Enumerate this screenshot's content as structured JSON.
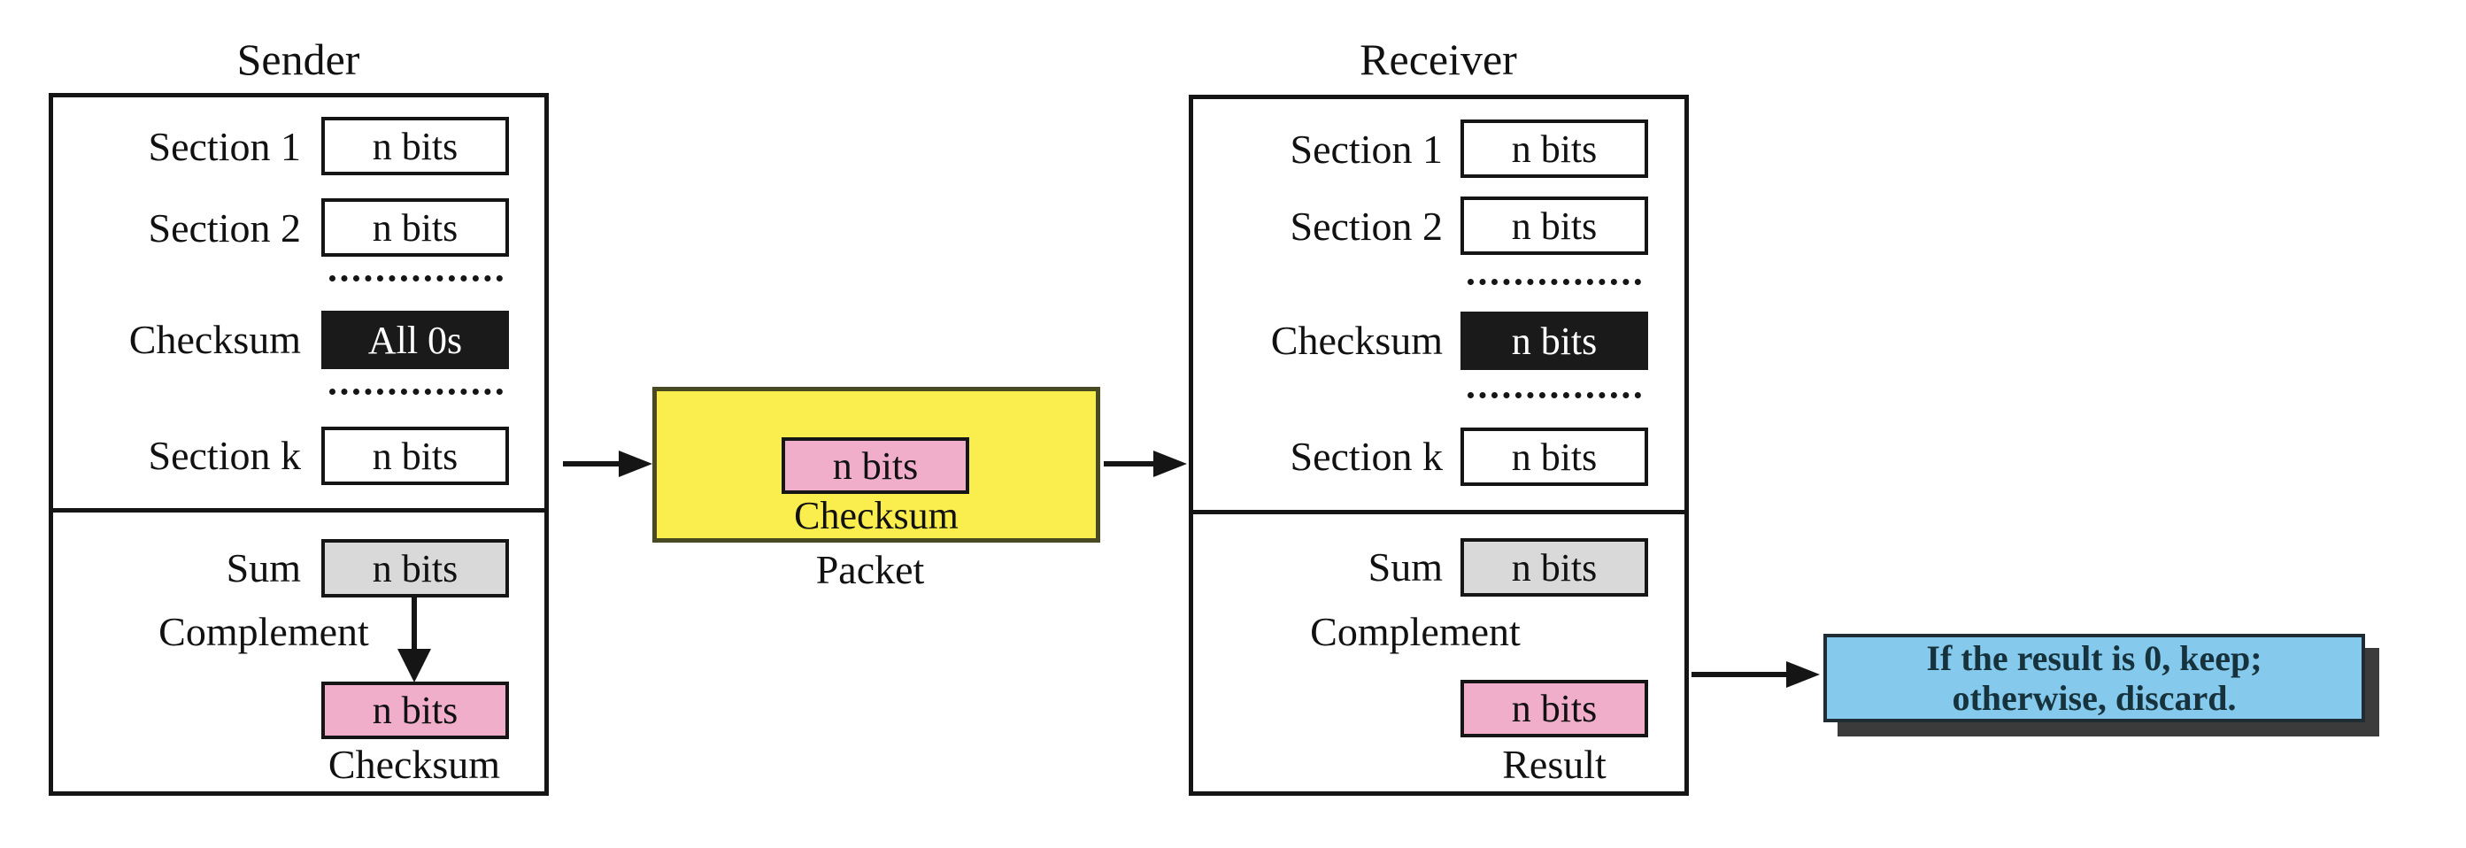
{
  "sender": {
    "title": "Sender",
    "section1_label": "Section 1",
    "section1_value": "n bits",
    "section2_label": "Section 2",
    "section2_value": "n bits",
    "checksum_label": "Checksum",
    "checksum_value": "All 0s",
    "sectionk_label": "Section k",
    "sectionk_value": "n bits",
    "sum_label": "Sum",
    "sum_value": "n bits",
    "complement_label": "Complement",
    "result_value": "n bits",
    "result_caption": "Checksum"
  },
  "packet": {
    "checksum_value": "n bits",
    "checksum_caption": "Checksum",
    "caption": "Packet"
  },
  "receiver": {
    "title": "Receiver",
    "section1_label": "Section 1",
    "section1_value": "n bits",
    "section2_label": "Section 2",
    "section2_value": "n bits",
    "checksum_label": "Checksum",
    "checksum_value": "n bits",
    "sectionk_label": "Section k",
    "sectionk_value": "n bits",
    "sum_label": "Sum",
    "sum_value": "n bits",
    "complement_label": "Complement",
    "result_value": "n bits",
    "result_caption": "Result"
  },
  "note": {
    "line1": "If the result is 0, keep;",
    "line2": "otherwise, discard."
  },
  "colors": {
    "yellow": "#FAEE4E",
    "pink": "#F0AECB",
    "gray": "#D9D9D9",
    "black_box": "#1A1A1A",
    "blue": "#85C9EC"
  }
}
